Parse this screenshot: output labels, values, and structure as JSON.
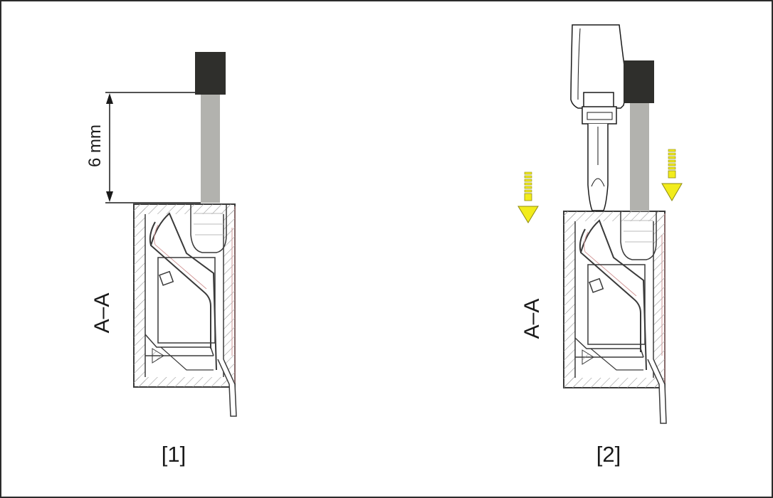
{
  "figure": {
    "panels": [
      {
        "label": "[1]",
        "section_label": "A–A",
        "dimension_label": "6 mm"
      },
      {
        "label": "[2]",
        "section_label": "A–A"
      }
    ],
    "colors": {
      "border": "#2b2b2b",
      "wire_core": "#b2b2ae",
      "wire_sleeve": "#2f2f2c",
      "arrow_fill": "#f2ec1c",
      "arrow_stroke": "#8e8a10",
      "hatch": "#9c9c9c",
      "accent_line": "#d39a9a",
      "outline": "#3a3a3a"
    }
  }
}
